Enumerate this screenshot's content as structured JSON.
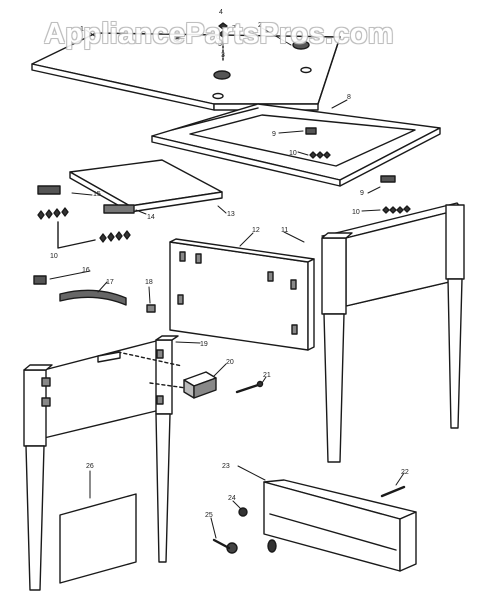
{
  "watermark": "AppliancePartsPros.com",
  "callouts": [
    "1",
    "2",
    "3",
    "4",
    "5",
    "6",
    "7",
    "8",
    "9",
    "9",
    "10",
    "10",
    "10",
    "11",
    "12",
    "13",
    "14",
    "15",
    "16",
    "17",
    "18",
    "19",
    "20",
    "21",
    "22",
    "23",
    "24",
    "25",
    "26"
  ],
  "line_color": "#1a1a1a"
}
